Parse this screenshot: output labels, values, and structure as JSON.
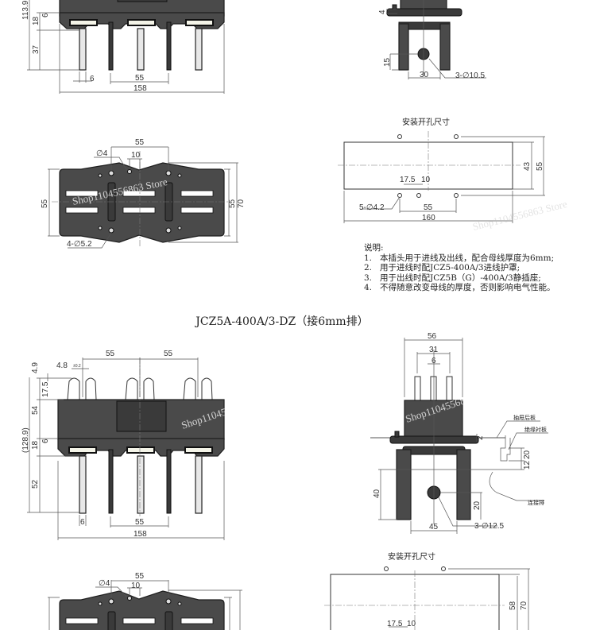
{
  "section1": {
    "front_view": {
      "dims": [
        "113.9",
        "18",
        "6",
        "37",
        "6",
        "55",
        "158"
      ]
    },
    "side_view": {
      "dims": [
        "4",
        "15",
        "30",
        "3-∅10.5"
      ]
    },
    "top_view": {
      "dims": [
        "55",
        "∅4",
        "10",
        "55",
        "55",
        "70",
        "4-∅5.2"
      ]
    },
    "cutout": {
      "title": "安装开孔尺寸",
      "dims": [
        "43",
        "55",
        "17.5",
        "10",
        "5-∅4.2",
        "55",
        "160"
      ]
    },
    "notes": {
      "heading": "说明:",
      "items": [
        {
          "num": "1.",
          "text": "本插头用于进线及出线，配合母线厚度为6mm;"
        },
        {
          "num": "2.",
          "text": "用于进线时配JCZ5-400A/3进线护罩;"
        },
        {
          "num": "3.",
          "text": "用于出线时配JCZ5B（G）-400A/3静插座;"
        },
        {
          "num": "4.",
          "text": "不得随意改变母线的厚度，否则影响电气性能。"
        }
      ]
    }
  },
  "section2": {
    "title": "JCZ5A-400A/3-DZ（接6mm排）",
    "front_view": {
      "dims": [
        "55",
        "55",
        "4.8",
        "4.9",
        "17.5",
        "54",
        "(128.9)",
        "18",
        "6",
        "52",
        "6",
        "55",
        "158"
      ],
      "tolerance": "±0.2"
    },
    "side_view": {
      "dims": [
        "56",
        "31",
        "6",
        "2",
        "20",
        "12",
        "40",
        "20",
        "45",
        "3-∅12.5"
      ],
      "labels": [
        "抽屉后板",
        "绝缘衬板",
        "连接排"
      ]
    },
    "cutout": {
      "title": "安装开孔尺寸",
      "dims": [
        "58",
        "70",
        "17.5",
        "10"
      ]
    },
    "top_view": {
      "dims": [
        "55",
        "∅4",
        "10"
      ]
    }
  },
  "watermark": "Shop1104556863 Store"
}
